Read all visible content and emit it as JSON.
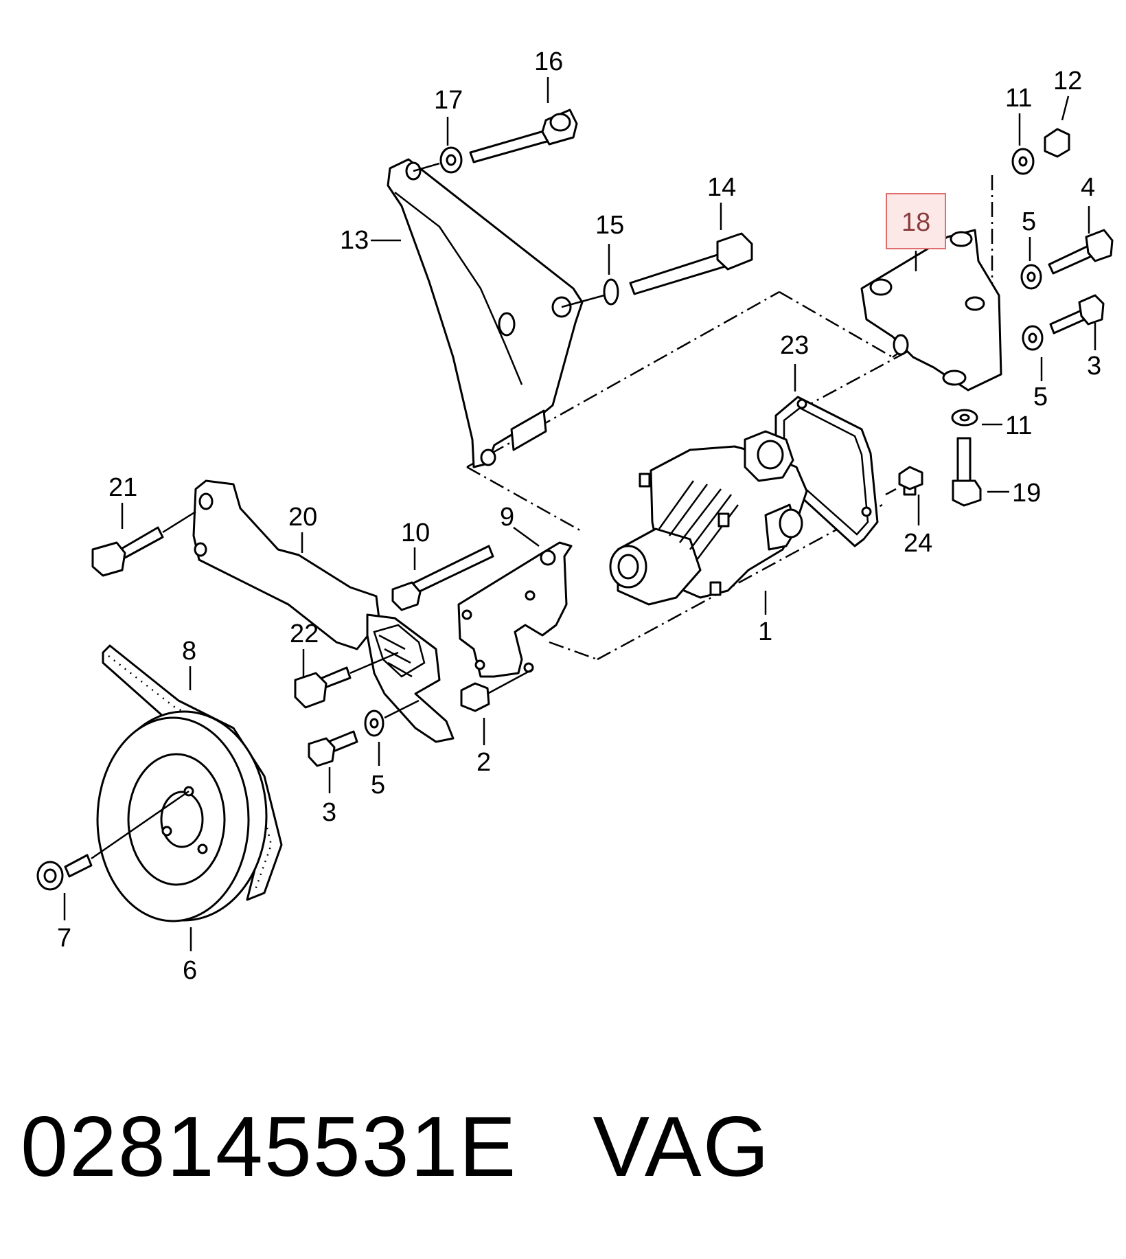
{
  "callouts": {
    "c1": "1",
    "c2": "2",
    "c3a": "3",
    "c3b": "3",
    "c4": "4",
    "c5a": "5",
    "c5b": "5",
    "c5c": "5",
    "c6": "6",
    "c7": "7",
    "c8": "8",
    "c9": "9",
    "c10": "10",
    "c11a": "11",
    "c11b": "11",
    "c12": "12",
    "c13": "13",
    "c14": "14",
    "c15": "15",
    "c16": "16",
    "c17": "17",
    "c18": "18",
    "c19": "19",
    "c20": "20",
    "c21": "21",
    "c22": "22",
    "c23": "23",
    "c24": "24"
  },
  "highlighted_callout": "18",
  "caption": {
    "part_number": "028145531E",
    "brand": "VAG"
  },
  "colors": {
    "highlight_fill": "#fde8e8",
    "highlight_border": "#e06d6d"
  }
}
